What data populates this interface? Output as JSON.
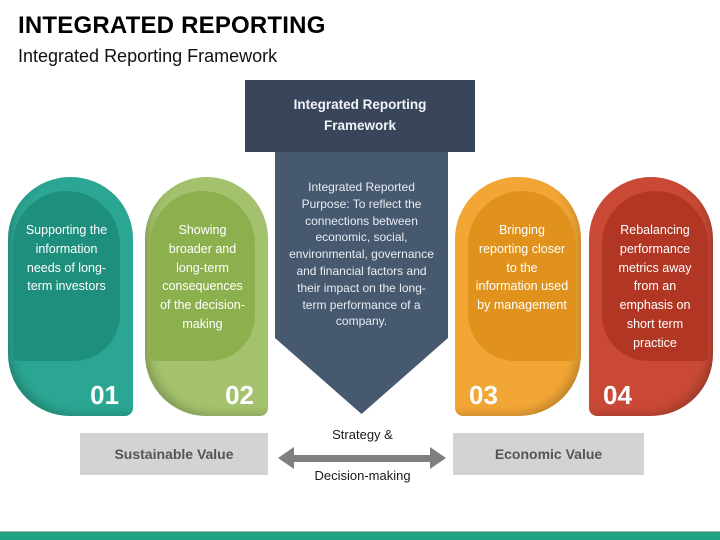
{
  "page": {
    "title": "INTEGRATED REPORTING",
    "subtitle": "Integrated Reporting Framework"
  },
  "framework": {
    "header": "Integrated Reporting Framework",
    "purpose": "Integrated Reported Purpose: To reflect the connections between economic, social, environmental, governance and financial factors and their impact on the long-term performance of a company."
  },
  "pills": [
    {
      "number": "01",
      "text": "Supporting the information needs of long-term investors",
      "color_outer": "#2BA692",
      "color_inner": "#1E8F7D"
    },
    {
      "number": "02",
      "text": "Showing broader and long-term consequences of the decision-making",
      "color_outer": "#A4C26D",
      "color_inner": "#8DB04F"
    },
    {
      "number": "03",
      "text": "Bringing reporting closer to the information used by management",
      "color_outer": "#F2A636",
      "color_inner": "#E0921C"
    },
    {
      "number": "04",
      "text": "Rebalancing performance metrics away from an emphasis on short term practice",
      "color_outer": "#C94936",
      "color_inner": "#B23624"
    }
  ],
  "bottom": {
    "left_label": "Sustainable Value",
    "right_label": "Economic Value",
    "arrow_label_top": "Strategy &",
    "arrow_label_bottom": "Decision-making"
  },
  "colors": {
    "header_bg": "#39455A",
    "arrow_bg": "#47596F",
    "bar_bg": "#D3D3D3",
    "bar_text": "#555555",
    "gray_arrow": "#7F7F7F",
    "footer_bg": "#1EA385"
  }
}
